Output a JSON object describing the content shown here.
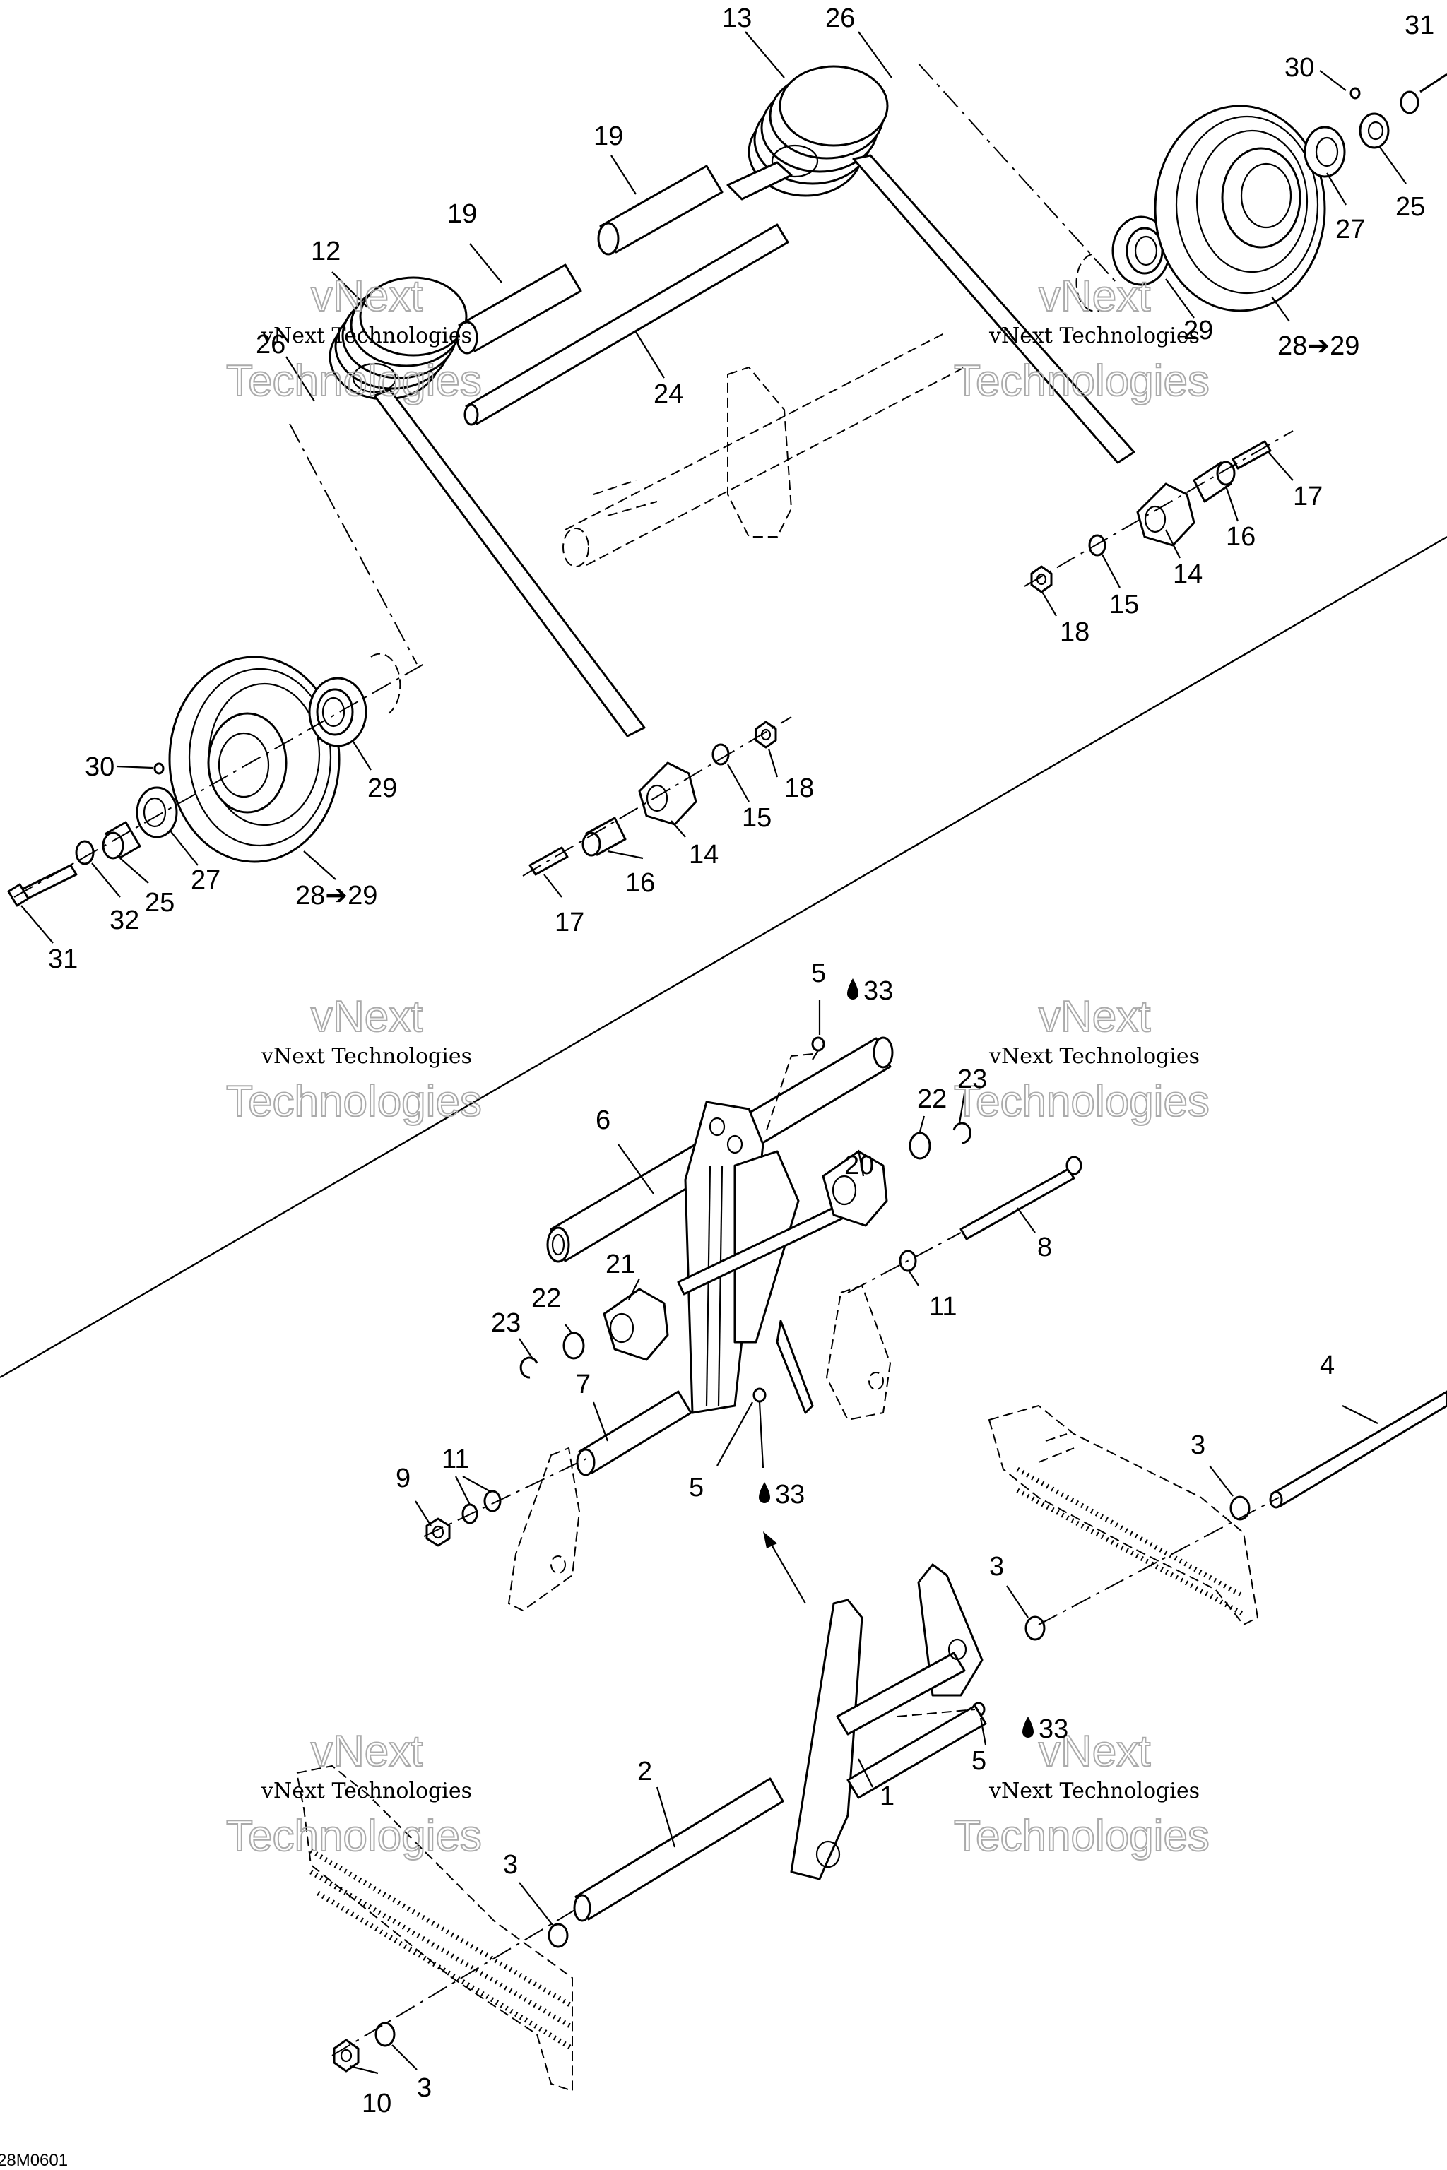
{
  "callouts": [
    "1",
    "2",
    "3",
    "4",
    "5",
    "6",
    "7",
    "8",
    "9",
    "10",
    "11",
    "12",
    "13",
    "14",
    "15",
    "16",
    "17",
    "18",
    "19",
    "20",
    "21",
    "22",
    "23",
    "24",
    "25",
    "26",
    "27",
    "28",
    "29",
    "30",
    "31",
    "32",
    "33"
  ],
  "refs": {
    "see_29": "28➔29",
    "see_33": "33"
  },
  "watermark": {
    "line1": "vNext Technologies",
    "line2": "vNext",
    "line3": "Technologies"
  },
  "drawing_code": "28M0601"
}
